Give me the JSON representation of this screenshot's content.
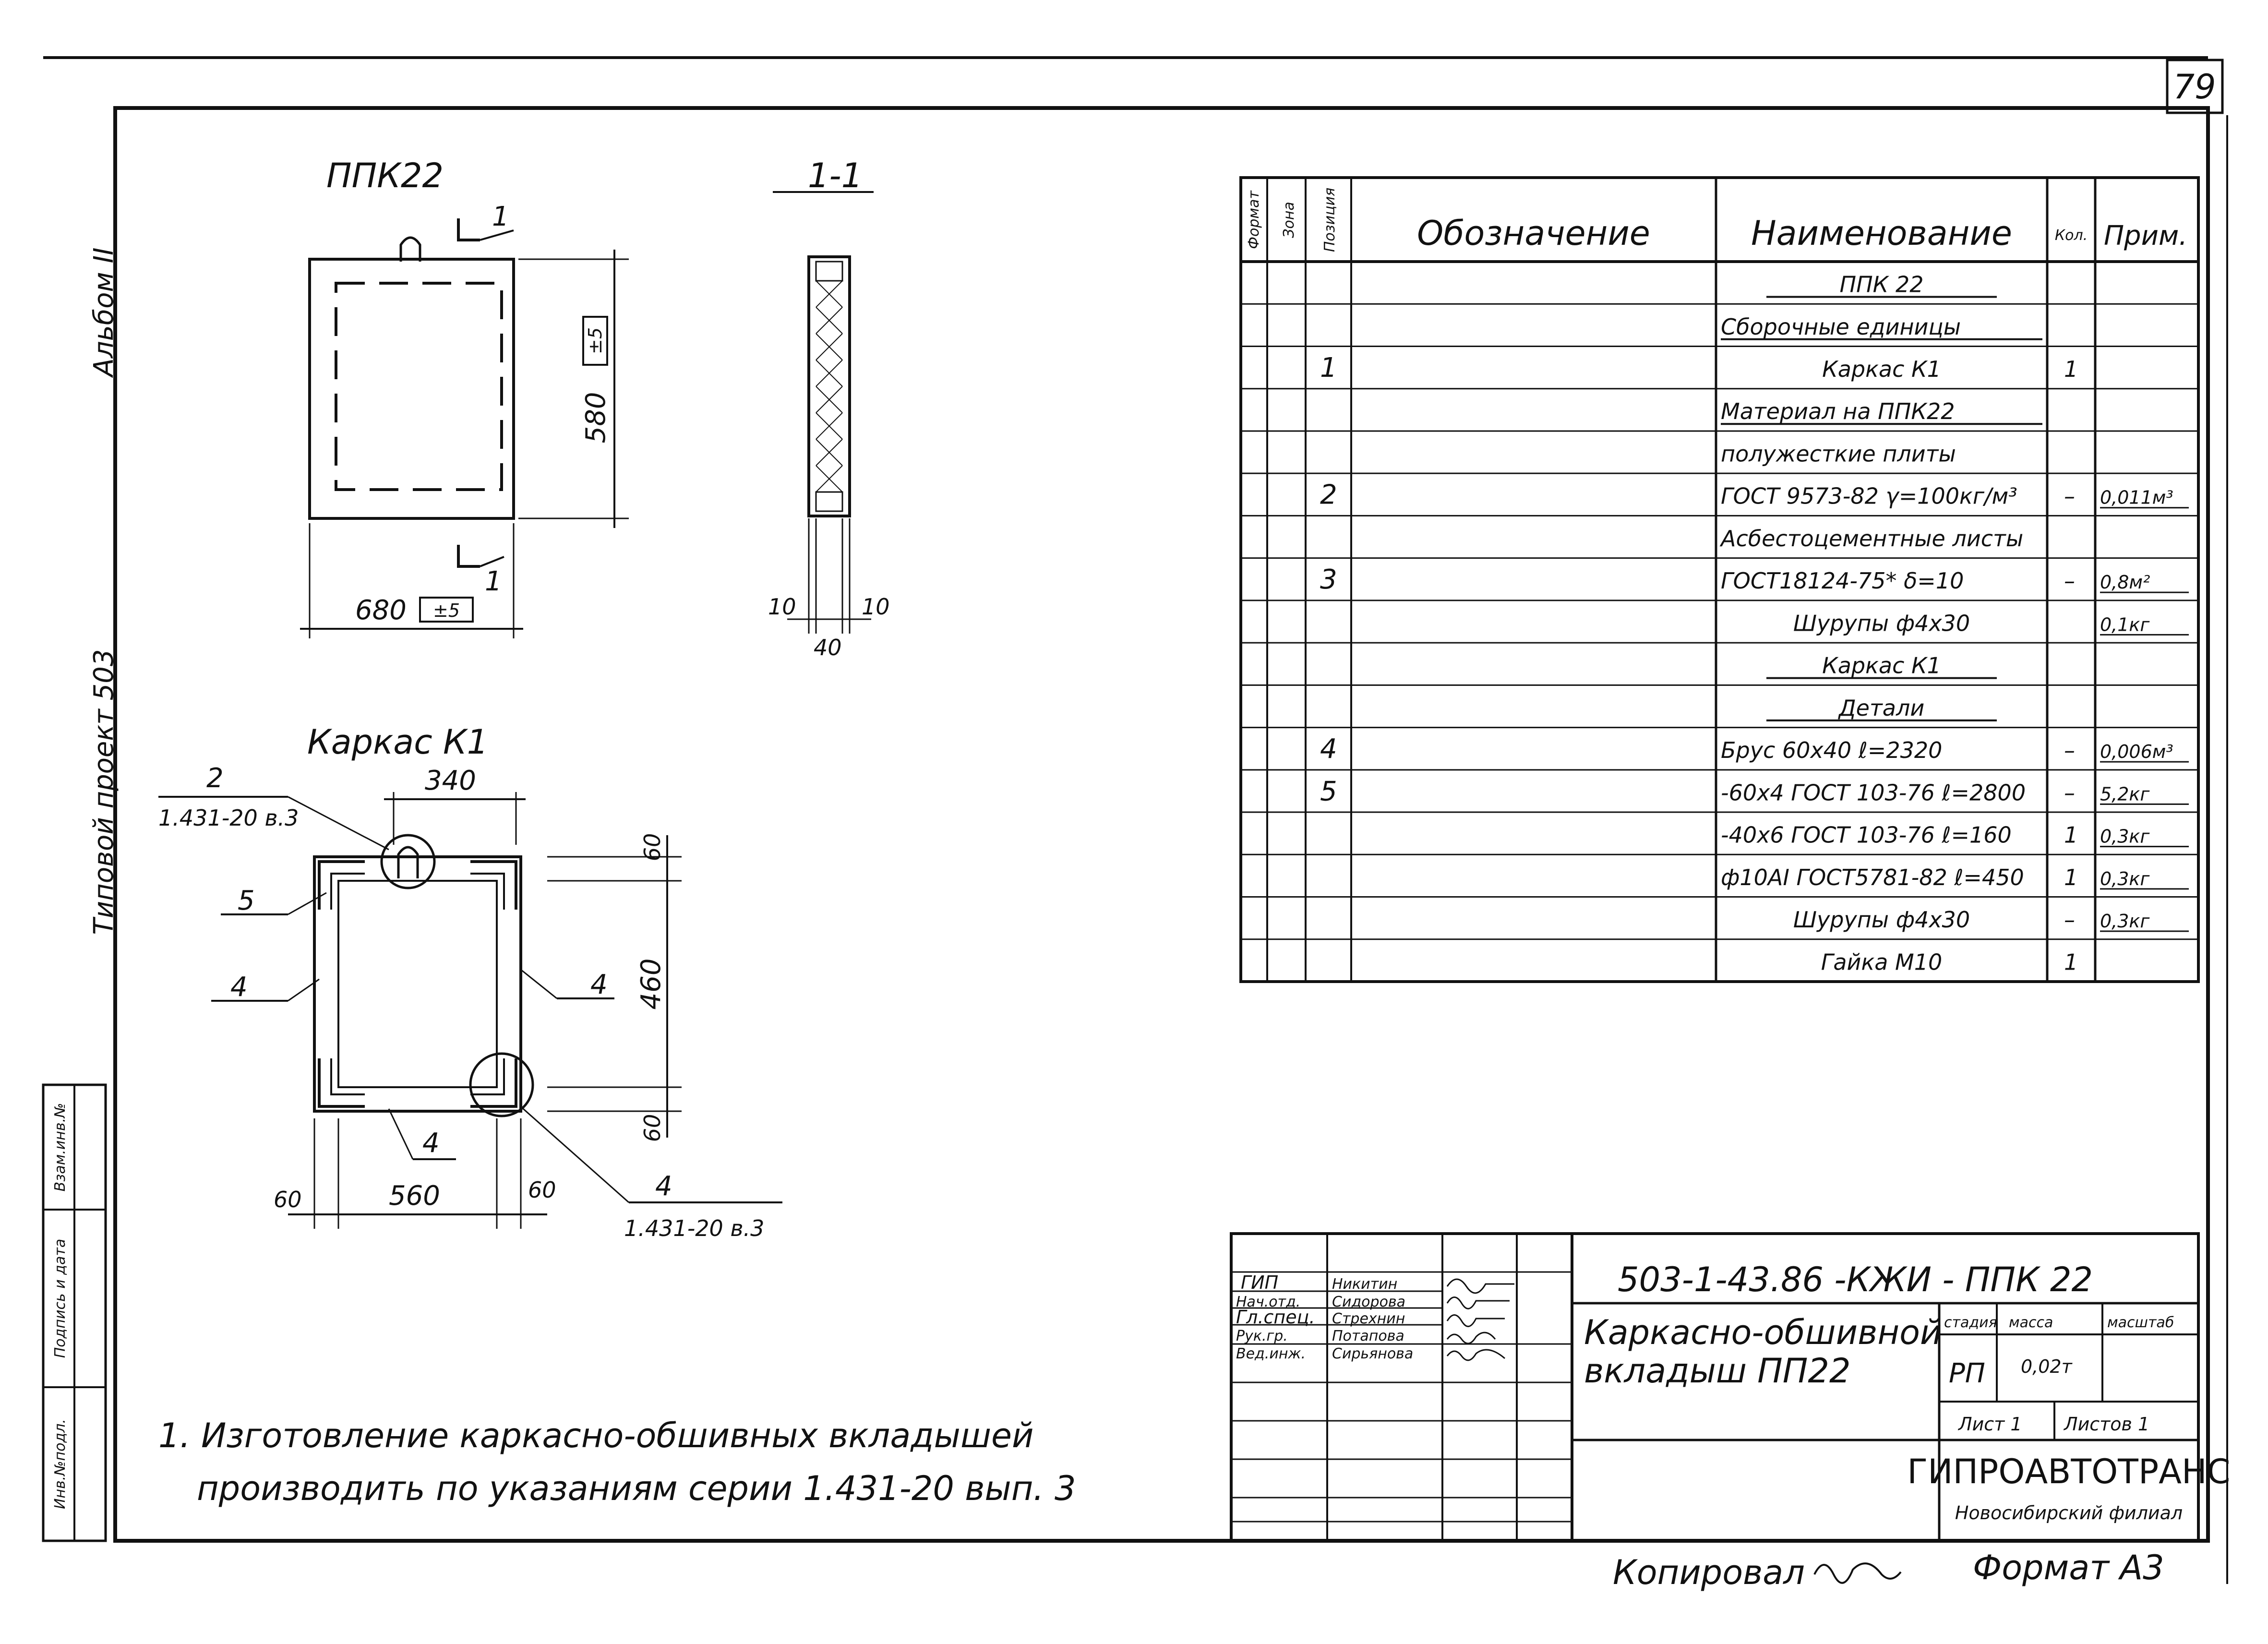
{
  "page_number": "79",
  "side": {
    "album": "Альбом II",
    "project": "Типовой  проект 503"
  },
  "left_strip": [
    "Инв.№подл.",
    "Подпись и дата",
    "Взам.инв.№"
  ],
  "view_ppk": {
    "title": "ППК22",
    "section_mark": "1",
    "width_dim": "680",
    "width_tol": "±5",
    "height_dim": "580",
    "height_tol": "±5"
  },
  "section": {
    "title": "1-1",
    "dim_left": "10",
    "dim_right": "10",
    "dim_total": "40"
  },
  "frame": {
    "title": "Каркас К1",
    "top_dim": "340",
    "callout_2_num": "2",
    "callout_2_ref": "1.431-20 в.3",
    "label_5": "5",
    "label_4_left": "4",
    "label_4_right": "4",
    "label_4_bottom": "4",
    "callout_4_num": "4",
    "callout_4_ref": "1.431-20 в.3",
    "dim_60_top": "60",
    "dim_460": "460",
    "dim_60_bottom": "60",
    "dim_60_left": "60",
    "dim_560": "560",
    "dim_60_right": "60"
  },
  "spec_table": {
    "headers": {
      "format": "Формат",
      "zone": "Зона",
      "pos": "Позиция",
      "designation": "Обозначение",
      "name": "Наименование",
      "qty": "Кол.",
      "note": "Прим."
    },
    "rows": [
      {
        "pos": "",
        "name": "ППК 22",
        "qty": "",
        "note": "",
        "style": "center-underline"
      },
      {
        "pos": "",
        "name": "Сборочные единицы",
        "qty": "",
        "note": "",
        "style": "underline"
      },
      {
        "pos": "1",
        "name": "Каркас К1",
        "qty": "1",
        "note": "",
        "style": "center"
      },
      {
        "pos": "",
        "name": "Материал на ППК22",
        "qty": "",
        "note": "",
        "style": "underline"
      },
      {
        "pos": "",
        "name": "полужесткие плиты",
        "qty": "",
        "note": "",
        "style": ""
      },
      {
        "pos": "2",
        "name": "ГОСТ 9573-82 γ=100кг/м³",
        "qty": "–",
        "note": "0,011м³",
        "style": ""
      },
      {
        "pos": "",
        "name": "Асбестоцементные листы",
        "qty": "",
        "note": "",
        "style": ""
      },
      {
        "pos": "3",
        "name": "ГОСТ18124-75* δ=10",
        "qty": "–",
        "note": "0,8м²",
        "style": ""
      },
      {
        "pos": "",
        "name": "Шурупы ф4х30",
        "qty": "",
        "note": "0,1кг",
        "style": "center"
      },
      {
        "pos": "",
        "name": "Каркас К1",
        "qty": "",
        "note": "",
        "style": "center-underline"
      },
      {
        "pos": "",
        "name": "Детали",
        "qty": "",
        "note": "",
        "style": "center-underline"
      },
      {
        "pos": "4",
        "name": "Брус 60х40 ℓ=2320",
        "qty": "–",
        "note": "0,006м³",
        "style": ""
      },
      {
        "pos": "5",
        "name": "-60х4 ГОСТ 103-76 ℓ=2800",
        "qty": "–",
        "note": "5,2кг",
        "style": ""
      },
      {
        "pos": "",
        "name": "-40х6 ГОСТ 103-76 ℓ=160",
        "qty": "1",
        "note": "0,3кг",
        "style": ""
      },
      {
        "pos": "",
        "name": "ф10АI ГОСТ5781-82 ℓ=450",
        "qty": "1",
        "note": "0,3кг",
        "style": ""
      },
      {
        "pos": "",
        "name": "Шурупы ф4х30",
        "qty": "–",
        "note": "0,3кг",
        "style": "center"
      },
      {
        "pos": "",
        "name": "Гайка М10",
        "qty": "1",
        "note": "",
        "style": "center"
      }
    ]
  },
  "title_block": {
    "doc_code": "503-1-43.86   -КЖИ - ППК 22",
    "roles": [
      "ГИП",
      "Нач.отд.",
      "Гл.спец.",
      "Рук.гр.",
      "Вед.инж."
    ],
    "names": [
      "Никитин",
      "Сидорова",
      "Стрехнин",
      "Потапова",
      "Сирьянова"
    ],
    "item_name_1": "Каркасно-обшивной",
    "item_name_2": "вкладыш ПП22",
    "stage_label": "стадия",
    "mass_label": "масса",
    "scale_label": "масштаб",
    "stage": "РП",
    "mass": "0,02т",
    "sheet_label": "Лист 1",
    "sheets_label": "Листов 1",
    "org": "ГИПРОАВТОТРАНС",
    "branch": "Новосибирский филиал"
  },
  "note": {
    "line1": "1. Изготовление каркасно-обшивных вкладышей",
    "line2": "производить по указаниям серии 1.431-20 вып. 3"
  },
  "footer": {
    "copied": "Копировал",
    "format": "Формат А3"
  }
}
